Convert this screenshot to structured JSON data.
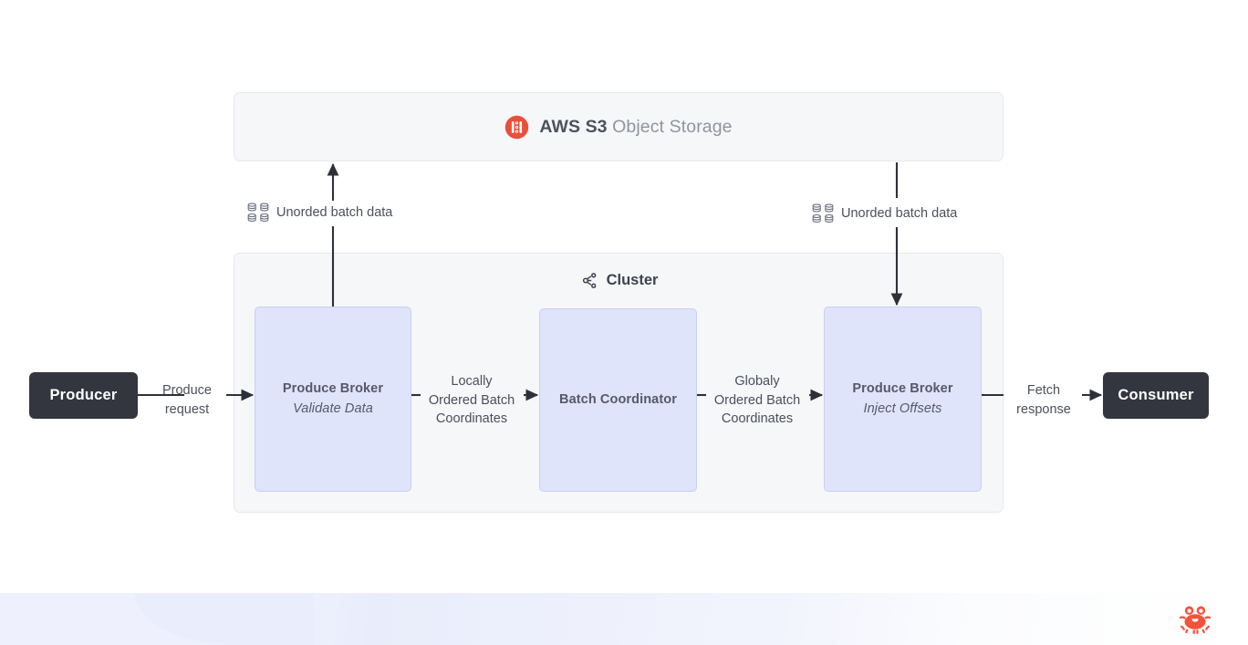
{
  "diagram": {
    "storage_panel": {
      "icon": "aws-s3-icon",
      "title_strong": "AWS S3",
      "title_rest": " Object Storage"
    },
    "cluster_panel": {
      "icon": "cluster-nodes-icon",
      "title": "Cluster"
    },
    "nodes": [
      {
        "id": "produce-broker-validate",
        "title": "Produce Broker",
        "subtitle": "Validate Data"
      },
      {
        "id": "batch-coordinator",
        "title": "Batch Coordinator",
        "subtitle": ""
      },
      {
        "id": "produce-broker-inject",
        "title": "Produce Broker",
        "subtitle": "Inject Offsets"
      }
    ],
    "endpoints": [
      {
        "id": "producer",
        "label": "Producer"
      },
      {
        "id": "consumer",
        "label": "Consumer"
      }
    ],
    "edge_labels": [
      {
        "id": "produce-request",
        "text": "Produce\nrequest"
      },
      {
        "id": "locally-ordered-batch-coordinates",
        "text": "Locally\nOrdered Batch\nCoordinates"
      },
      {
        "id": "globaly-ordered-batch-coordinates",
        "text": "Globaly\nOrdered Batch\nCoordinates"
      },
      {
        "id": "fetch-response",
        "text": "Fetch\nresponse"
      }
    ],
    "storage_edge_labels": [
      {
        "id": "unorded-batch-data-upload",
        "icon": "database-grid-icon",
        "text": "Unorded batch data"
      },
      {
        "id": "unorded-batch-data-download",
        "icon": "database-grid-icon",
        "text": "Unorded batch data"
      }
    ],
    "watermark": {
      "id": "crab-logo",
      "name": "crab-logo"
    },
    "colors": {
      "panel_bg": "#f6f7f9",
      "panel_border": "#e6e8ec",
      "node_bg": "#dfe4fb",
      "node_border": "#c8d0f3",
      "endpoint_bg": "#33353f",
      "accent_s3": "#e8503a",
      "crab": "#f4523c",
      "text": "#4c4f5c",
      "arrow": "#2e3039"
    }
  }
}
